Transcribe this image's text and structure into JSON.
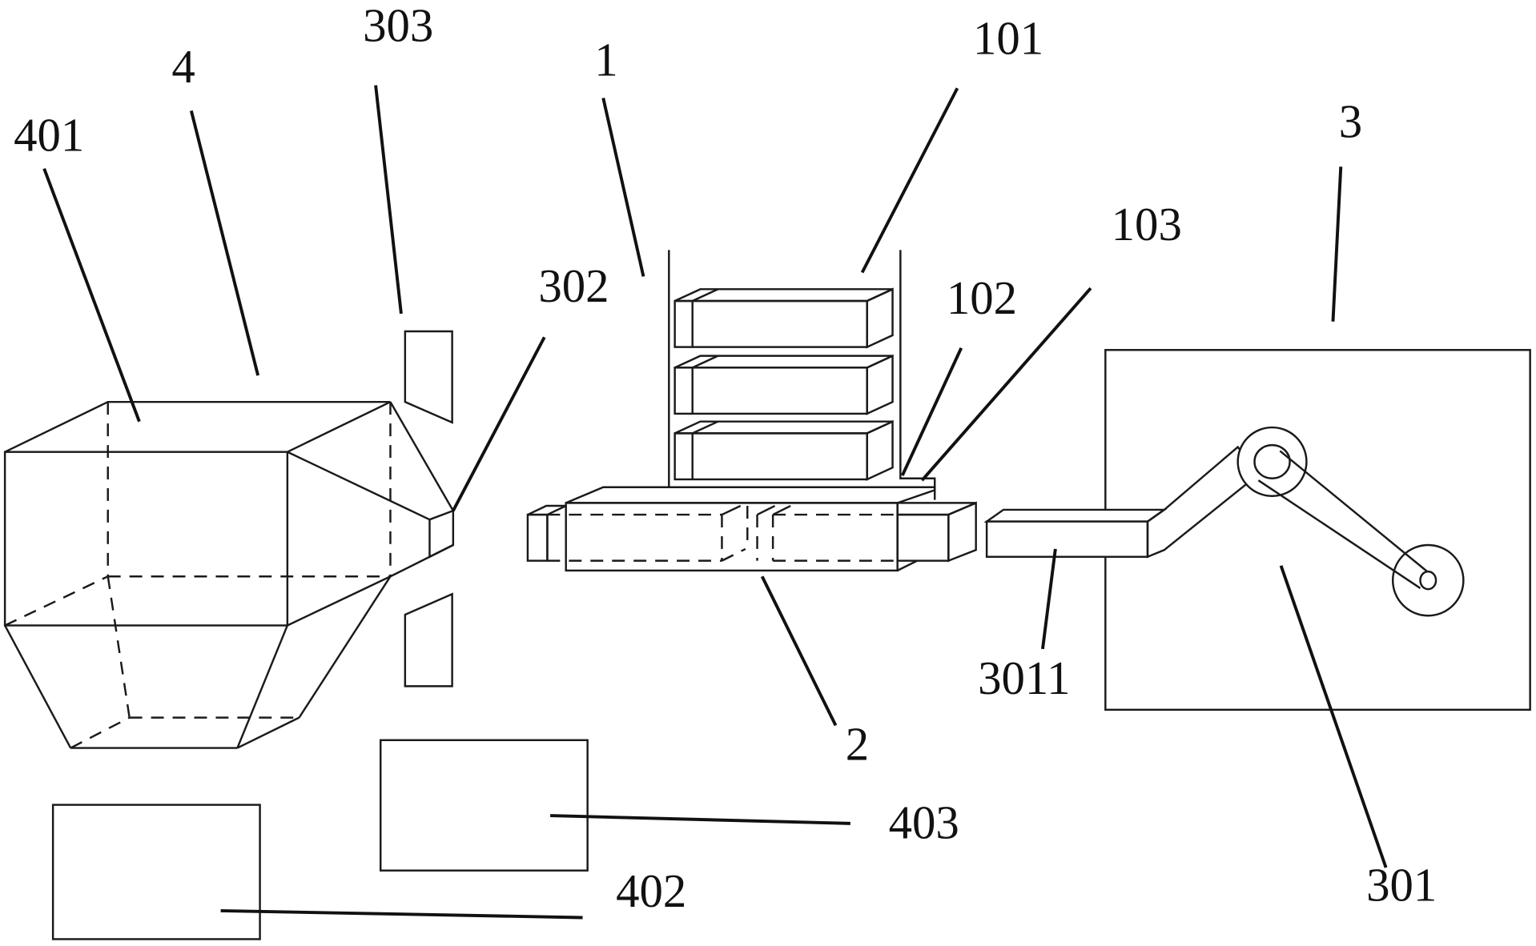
{
  "diagram": {
    "type": "patent line drawing",
    "background_color": "#ffffff",
    "line_color": "#1a1a1a",
    "labels": {
      "l1": "1",
      "l101": "101",
      "l102": "102",
      "l103": "103",
      "l2": "2",
      "l3": "3",
      "l301": "301",
      "l3011": "3011",
      "l302": "302",
      "l303": "303",
      "l4": "4",
      "l401": "401",
      "l402": "402",
      "l403": "403"
    },
    "components": [
      {
        "ref": "1",
        "name": "material rack"
      },
      {
        "ref": "101",
        "name": "stacked blocks"
      },
      {
        "ref": "102",
        "name": "rack outlet"
      },
      {
        "ref": "103",
        "name": "rack base step"
      },
      {
        "ref": "2",
        "name": "conveying platform"
      },
      {
        "ref": "3",
        "name": "drive box"
      },
      {
        "ref": "301",
        "name": "crank-link mechanism"
      },
      {
        "ref": "3011",
        "name": "push rod"
      },
      {
        "ref": "302",
        "name": "hopper outlet"
      },
      {
        "ref": "303",
        "name": "guide plates"
      },
      {
        "ref": "4",
        "name": "hopper"
      },
      {
        "ref": "401",
        "name": "hopper body"
      },
      {
        "ref": "402",
        "name": "left unit box"
      },
      {
        "ref": "403",
        "name": "right unit box"
      }
    ]
  }
}
